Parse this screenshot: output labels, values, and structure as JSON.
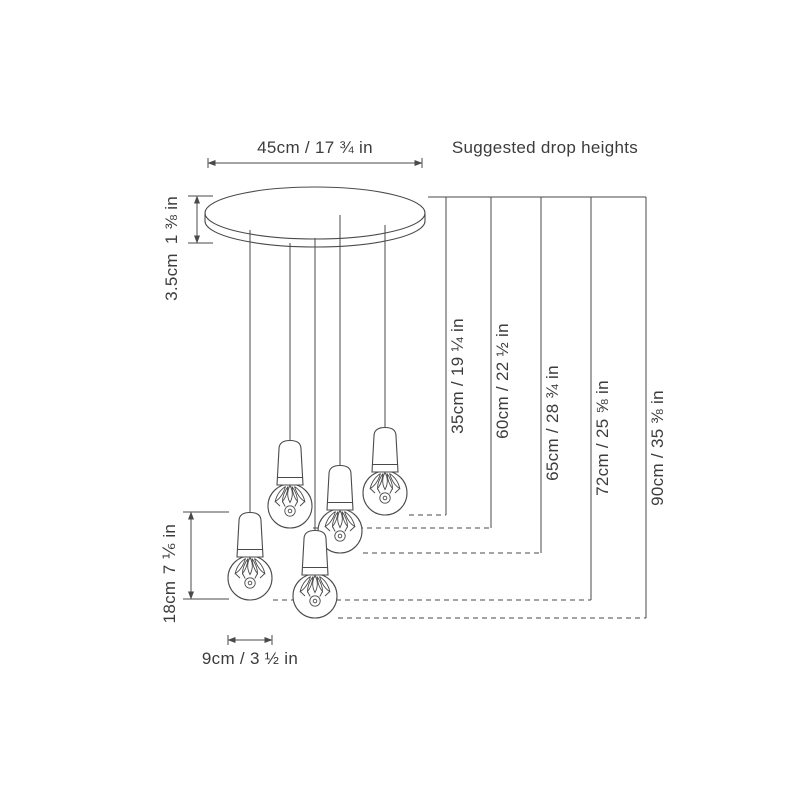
{
  "headings": {
    "suggested_drop_heights": "Suggested drop heights"
  },
  "measurements": {
    "canopy_width": "45cm / 17 ¾ in",
    "canopy_thickness": {
      "metric": "3.5cm",
      "imperial": "1 ⅜ in"
    },
    "pendant_height": {
      "metric": "18cm",
      "imperial": "7 ⅙ in"
    },
    "bulb_width": "9cm / 3 ½ in",
    "drop_heights": [
      "35cm / 19 ¼ in",
      "60cm / 22 ½ in",
      "65cm / 28 ¾ in",
      "72cm / 25 ⅝ in",
      "90cm / 35 ⅜ in"
    ]
  },
  "diagram": {
    "pendant_count": 5,
    "colors": {
      "line": "#4a4a4a",
      "text": "#3c3c3c",
      "background": "#ffffff"
    }
  }
}
